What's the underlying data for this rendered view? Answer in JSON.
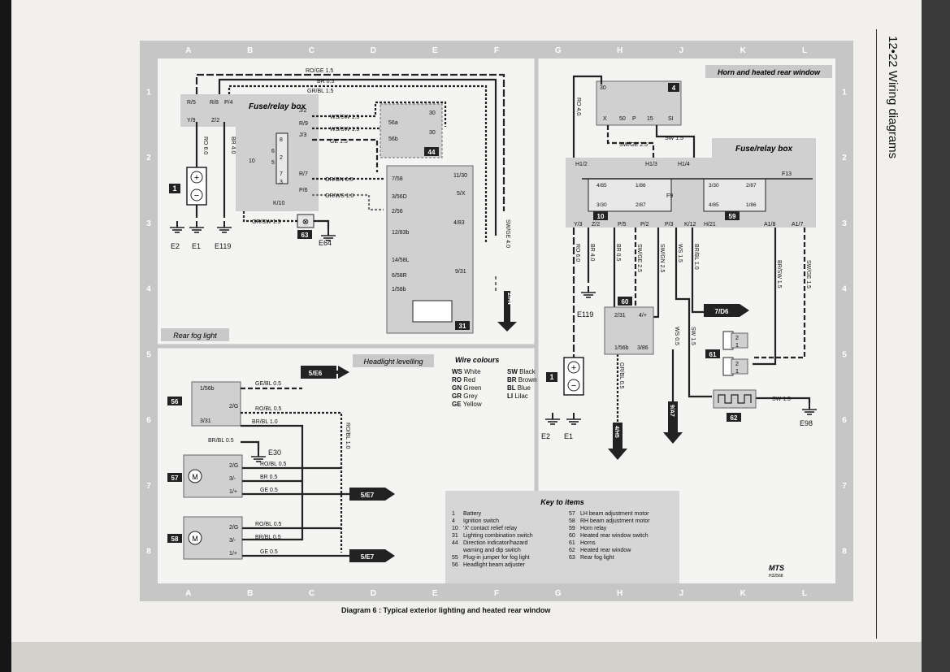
{
  "page": {
    "side_title": "12•22  Wiring diagrams",
    "caption": "Diagram 6 : Typical exterior lighting and heated rear window",
    "stamp": "MTS",
    "stamp_code": "H32568"
  },
  "grid": {
    "columns": [
      "A",
      "B",
      "C",
      "D",
      "E",
      "F",
      "G",
      "H",
      "J",
      "K",
      "L"
    ],
    "rows": [
      "1",
      "2",
      "3",
      "4",
      "5",
      "6",
      "7",
      "8"
    ]
  },
  "panels": {
    "horn_title": "Horn and heated rear window",
    "rear_fog_title": "Rear fog light",
    "headlight_title": "Headlight levelling",
    "fuse_box_left": "Fuse/relay box",
    "fuse_box_right": "Fuse/relay box"
  },
  "components": [
    "1",
    "44",
    "31",
    "63",
    "56",
    "57",
    "58",
    "4",
    "10",
    "59",
    "60",
    "1",
    "61",
    "62"
  ],
  "grounds": [
    "E2",
    "E1",
    "E119",
    "E64",
    "E30",
    "E119",
    "E2",
    "E1",
    "E98"
  ],
  "refs": [
    "2/H4",
    "5/E6",
    "5/E7",
    "5/E7",
    "7/D6",
    "9/A7",
    "4/H5"
  ],
  "wires_left": {
    "top": [
      "RO/GE 1.5",
      "BR 0.5",
      "GR/BL 1.5"
    ],
    "fuse_pins": [
      "R/5",
      "R/8",
      "P/4",
      "Y/9",
      "Z/2",
      "J/2",
      "R/9",
      "J/3",
      "R/7",
      "P/6",
      "K/10"
    ],
    "labels": [
      "WS/SW 1.5",
      "WS/SW 1.5",
      "GE 1.5",
      "GR/GN 0.5",
      "GR/WS 1.0",
      "GR/SW 1.5",
      "RO 6.0",
      "BR 4.0",
      "SW/GE 4.0"
    ],
    "sw44_pins": [
      "56a",
      "56b",
      "30",
      "30"
    ],
    "sw31_pins": [
      "7/58",
      "3/56D",
      "2/56",
      "12/83b",
      "14/58L",
      "6/58R",
      "1/58b",
      "11/30",
      "5/X",
      "4/83",
      "9/31"
    ],
    "relay_pins": [
      "8",
      "6",
      "5",
      "7",
      "10",
      "2",
      "3"
    ]
  },
  "wires_headlight": [
    "GE/BL 0.5",
    "RO/BL 0.5",
    "BR/BL 1.0",
    "BR/BL 0.5",
    "RO/BL 0.5",
    "BR 0.5",
    "GE 0.5",
    "RO/BL 0.5",
    "BR/BL 0.5",
    "GE 0.5",
    "RO/BL 1.0"
  ],
  "pins_headlight": [
    "1/56b",
    "2/G",
    "3/31",
    "2/G",
    "3/-",
    "1/+",
    "2/G",
    "3/-",
    "1/+"
  ],
  "motor_symbol": "M",
  "wires_right": {
    "ign_pins": [
      "30",
      "X",
      "50",
      "P",
      "15",
      "SI"
    ],
    "labels": [
      "RO 4.0",
      "SW/GE 2.5",
      "SW 1.5",
      "RO 6.0",
      "BR 4.0",
      "BR 0.5",
      "SW/GE 2.5",
      "SW/GN 2.5",
      "WS 1.5",
      "BR/BL 1.0",
      "BR/SW 1.5",
      "SW/GE 1.5",
      "WS 0.5",
      "SW 1.5",
      "GR/BL 0.5",
      "SW 1.5"
    ],
    "fuse_pins": [
      "H1/2",
      "H1/3",
      "H1/4",
      "F13",
      "F9",
      "Y/3",
      "Z/2",
      "P/5",
      "P/2",
      "P/3",
      "K/12",
      "H/21",
      "A1/8",
      "A1/7"
    ],
    "relay10_pins": [
      "4/85",
      "3/30",
      "1/86",
      "2/87"
    ],
    "relay59_pins": [
      "3/30",
      "4/85",
      "2/87",
      "1/86"
    ],
    "sw60_pins": [
      "2/31",
      "4/+",
      "1/56b",
      "3/86"
    ],
    "horn_pins": [
      "2",
      "1",
      "2",
      "1"
    ]
  },
  "wire_colours": {
    "title": "Wire colours",
    "items": [
      {
        "code": "WS",
        "name": "White"
      },
      {
        "code": "SW",
        "name": "Black"
      },
      {
        "code": "RO",
        "name": "Red"
      },
      {
        "code": "BR",
        "name": "Brown"
      },
      {
        "code": "GN",
        "name": "Green"
      },
      {
        "code": "BL",
        "name": "Blue"
      },
      {
        "code": "GR",
        "name": "Grey"
      },
      {
        "code": "LI",
        "name": "Lilac"
      },
      {
        "code": "GE",
        "name": "Yellow"
      }
    ]
  },
  "key": {
    "title": "Key to items",
    "left": [
      {
        "num": "1",
        "text": "Battery"
      },
      {
        "num": "4",
        "text": "Ignition switch"
      },
      {
        "num": "10",
        "text": "'X' contact relief relay"
      },
      {
        "num": "31",
        "text": "Lighting combination switch"
      },
      {
        "num": "44",
        "text": "Direction indicator/hazard"
      },
      {
        "num": "",
        "text": "warning and dip switch"
      },
      {
        "num": "55",
        "text": "Plug-in jumper for fog light"
      },
      {
        "num": "56",
        "text": "Headlight beam adjuster"
      }
    ],
    "right": [
      {
        "num": "57",
        "text": "LH beam adjustment motor"
      },
      {
        "num": "58",
        "text": "RH beam adjustment motor"
      },
      {
        "num": "59",
        "text": "Horn relay"
      },
      {
        "num": "60",
        "text": "Heated rear window switch"
      },
      {
        "num": "61",
        "text": "Horns"
      },
      {
        "num": "62",
        "text": "Heated rear window"
      },
      {
        "num": "63",
        "text": "Rear fog light"
      }
    ]
  }
}
